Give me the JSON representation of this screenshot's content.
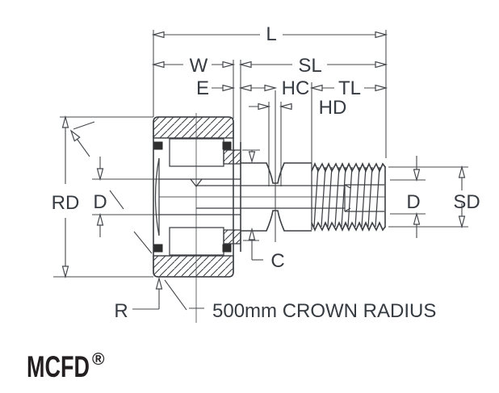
{
  "drawing": {
    "labels": {
      "l": "L",
      "w": "W",
      "sl": "SL",
      "e": "E",
      "hc": "HC",
      "tl": "TL",
      "hd": "HD",
      "rd": "RD",
      "d_left": "D",
      "d_right": "D",
      "sd": "SD",
      "c": "C",
      "r": "R"
    },
    "crown_note": "500mm CROWN RADIUS",
    "title": {
      "text": "MCFD",
      "registered_mark": "®"
    },
    "colors": {
      "background": "#ffffff",
      "line": "#45484c",
      "label_text": "#363b42",
      "title_text": "#231f20",
      "seal_fill": "#2e2e2e"
    }
  }
}
